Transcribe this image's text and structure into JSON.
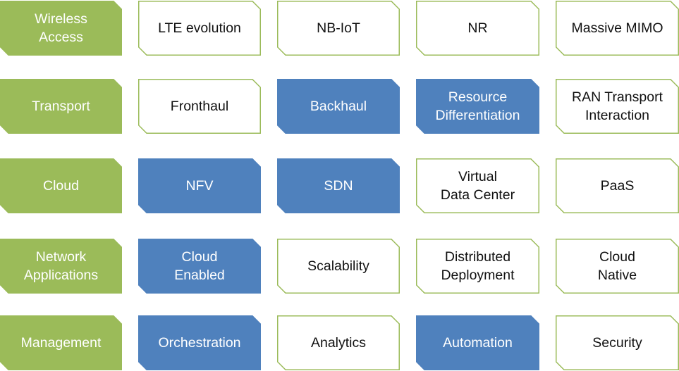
{
  "colors": {
    "category": "#9bbb59",
    "highlight": "#4f81bd",
    "plain_fill": "#ffffff",
    "plain_border": "#9bbb59",
    "dark_text": "#111111",
    "light_text": "#ffffff"
  },
  "rows": [
    {
      "category": "Wireless\nAccess",
      "items": [
        {
          "label": "LTE evolution",
          "style": "white"
        },
        {
          "label": "NB-IoT",
          "style": "white"
        },
        {
          "label": "NR",
          "style": "white"
        },
        {
          "label": "Massive MIMO",
          "style": "white"
        }
      ]
    },
    {
      "category": "Transport",
      "items": [
        {
          "label": "Fronthaul",
          "style": "white"
        },
        {
          "label": "Backhaul",
          "style": "blue"
        },
        {
          "label": "Resource\nDifferentiation",
          "style": "blue"
        },
        {
          "label": "RAN Transport\nInteraction",
          "style": "white"
        }
      ]
    },
    {
      "category": "Cloud",
      "items": [
        {
          "label": "NFV",
          "style": "blue"
        },
        {
          "label": "SDN",
          "style": "blue"
        },
        {
          "label": "Virtual\nData Center",
          "style": "white"
        },
        {
          "label": "PaaS",
          "style": "white"
        }
      ]
    },
    {
      "category": "Network\nApplications",
      "items": [
        {
          "label": "Cloud\nEnabled",
          "style": "blue"
        },
        {
          "label": "Scalability",
          "style": "white"
        },
        {
          "label": "Distributed\nDeployment",
          "style": "white"
        },
        {
          "label": "Cloud\nNative",
          "style": "white"
        }
      ]
    },
    {
      "category": "Management",
      "items": [
        {
          "label": "Orchestration",
          "style": "blue"
        },
        {
          "label": "Analytics",
          "style": "white"
        },
        {
          "label": "Automation",
          "style": "blue"
        },
        {
          "label": "Security",
          "style": "white"
        }
      ]
    }
  ]
}
